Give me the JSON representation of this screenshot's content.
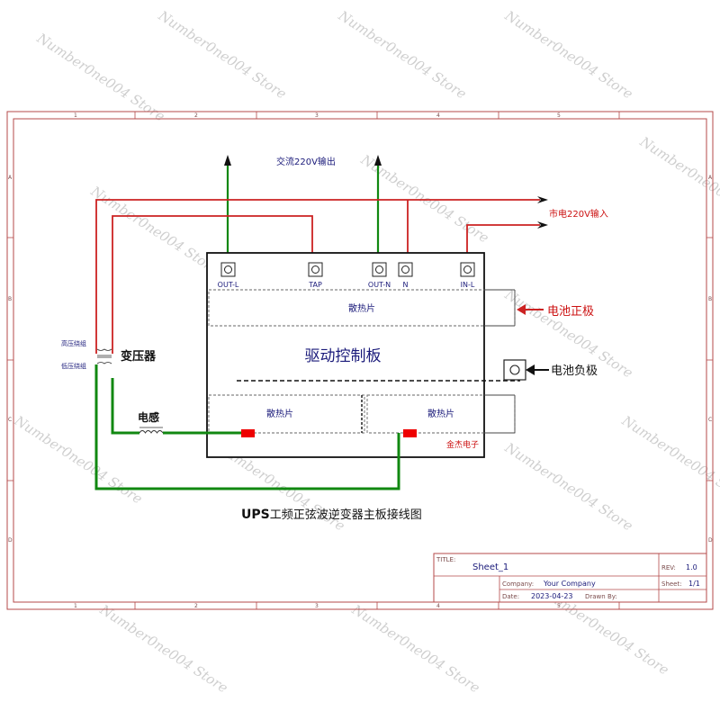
{
  "zones": {
    "columns": [
      "1",
      "2",
      "3",
      "4",
      "5"
    ],
    "rows": [
      "A",
      "B",
      "C",
      "D"
    ]
  },
  "labels": {
    "ac_output": "交流220V输出",
    "mains_input": "市电220V输入",
    "battery_positive": "电池正极",
    "battery_negative": "电池负极",
    "transformer": "变压器",
    "high_voltage_winding": "高压绕组",
    "low_voltage_winding": "低压绕组",
    "inductor": "电感",
    "driver_board": "驱动控制板",
    "heatsink": "散热片",
    "brand": "金杰电子",
    "diagram_title_prefix": "UPS",
    "diagram_title_rest": "工频正弦波逆变器主板接线图"
  },
  "terminals": [
    {
      "id": "out-l",
      "label": "OUT-L"
    },
    {
      "id": "tap",
      "label": "TAP"
    },
    {
      "id": "out-n",
      "label": "OUT-N"
    },
    {
      "id": "n",
      "label": "N"
    },
    {
      "id": "in-l",
      "label": "IN-L"
    }
  ],
  "title_block": {
    "title_label": "TITLE:",
    "title_value": "Sheet_1",
    "rev_label": "REV:",
    "rev_value": "1.0",
    "company_label": "Company:",
    "company_value": "Your Company",
    "sheet_label": "Sheet:",
    "sheet_value": "1/1",
    "date_label": "Date:",
    "date_value": "2023-04-23",
    "drawn_label": "Drawn By:",
    "drawn_value": ""
  },
  "watermark": "Number0ne004 Store",
  "colors": {
    "wire_green": "#118811",
    "wire_red": "#cc2222",
    "border": "#b44a4a",
    "text_blue": "#1a1a7a",
    "pad_red": "#ee0000"
  }
}
